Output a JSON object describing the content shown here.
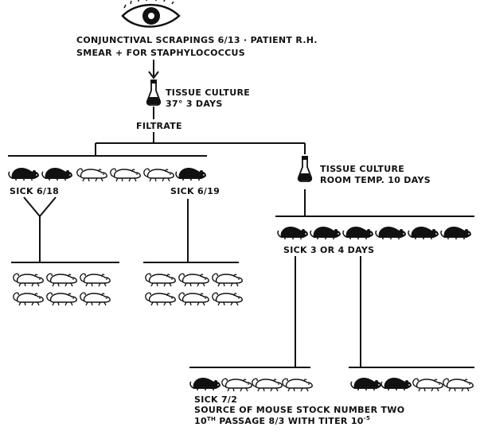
{
  "source": {
    "line1": "CONJUNCTIVAL SCRAPINGS 6/13 · PATIENT R.H.",
    "line2": "SMEAR + FOR STAPHYLOCOCCUS",
    "eye_icon": "eye-icon"
  },
  "tissue_culture_1": {
    "line1": "TISSUE CULTURE",
    "line2": "37°   3 DAYS",
    "icon": "flask-icon"
  },
  "filtrate_label": "FILTRATE",
  "tissue_culture_2": {
    "line1": "TISSUE CULTURE",
    "line2": "ROOM TEMP. 10 DAYS",
    "icon": "flask-icon"
  },
  "groups": {
    "first_passage": {
      "mice": [
        "sick",
        "sick",
        "well",
        "well",
        "well",
        "sick"
      ],
      "label_a": "SICK 6/18",
      "label_b": "SICK 6/19"
    },
    "sub_left": {
      "mice": [
        "well",
        "well",
        "well",
        "well",
        "well",
        "well"
      ]
    },
    "sub_mid": {
      "mice": [
        "well",
        "well",
        "well",
        "well",
        "well",
        "well"
      ]
    },
    "room_temp_passage": {
      "mice": [
        "sick",
        "sick",
        "sick",
        "sick",
        "sick",
        "sick"
      ],
      "label": "SICK 3 OR 4 DAYS"
    },
    "bottom_left": {
      "mice": [
        "sick",
        "well",
        "well",
        "well"
      ],
      "label": "SICK 7/2",
      "note1": "SOURCE OF MOUSE STOCK NUMBER TWO",
      "note2_prefix": "10",
      "note2_sup": "TH",
      "note2_mid": " PASSAGE 8/3 WITH TITER 10",
      "note2_exp": "-5"
    },
    "bottom_right": {
      "mice": [
        "sick",
        "sick",
        "well",
        "well"
      ]
    }
  },
  "colors": {
    "ink": "#111111",
    "background": "#ffffff"
  }
}
